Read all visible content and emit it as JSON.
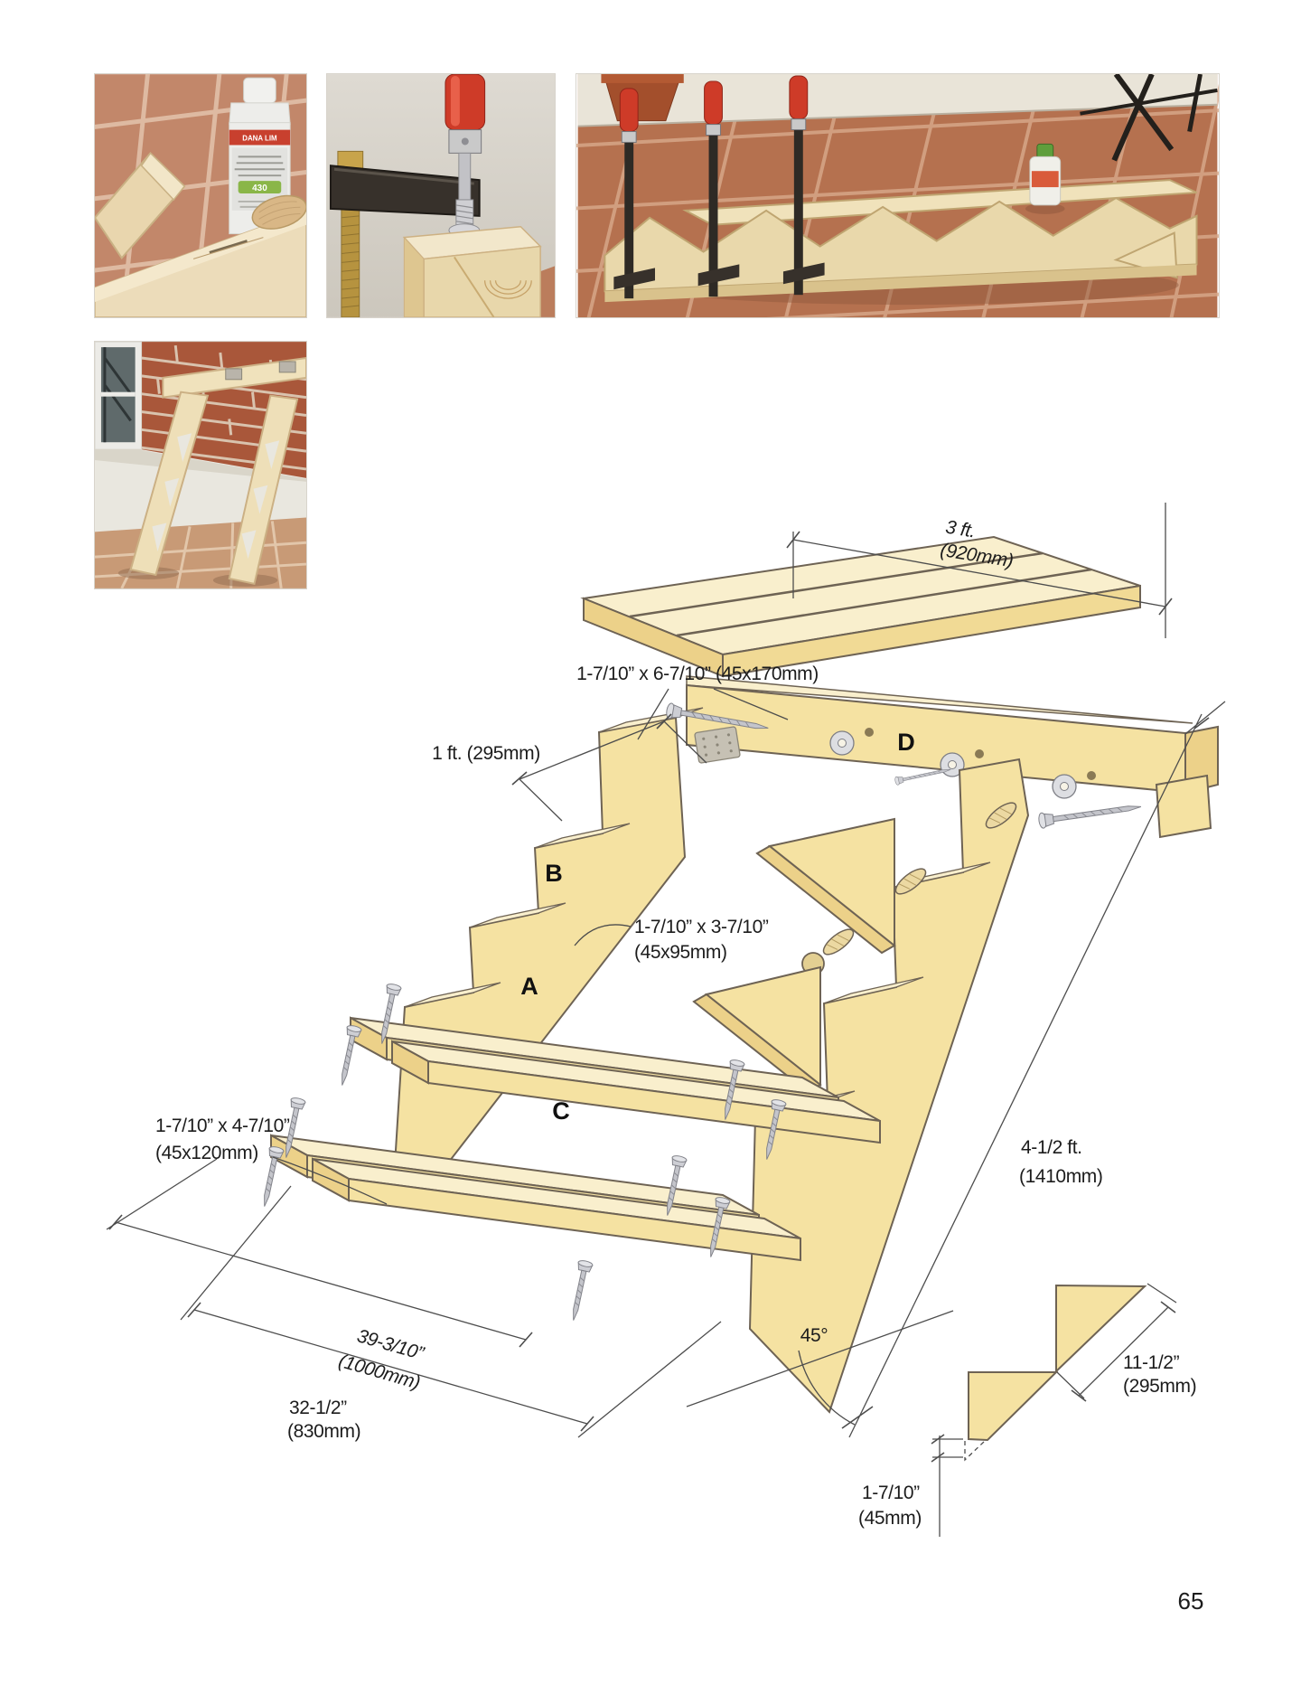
{
  "page": {
    "number": "65"
  },
  "photos": {
    "glue_bottle": {
      "brand": "DANA LIM",
      "product_code": "430"
    }
  },
  "diagram": {
    "part_labels": {
      "a": "A",
      "b": "B",
      "c": "C",
      "d": "D"
    },
    "dimensions": {
      "top_width": {
        "line1": "3 ft.",
        "line2": "(920mm)"
      },
      "step_run_top": "1 ft. (295mm)",
      "board_top_rail": "1-7/10” x 6-7/10” (45x170mm)",
      "board_stringer": {
        "line1": "1-7/10” x 3-7/10”",
        "line2": "(45x95mm)"
      },
      "board_tread": {
        "line1": "1-7/10” x 4-7/10”",
        "line2": "(45x120mm)"
      },
      "stringer_length": {
        "line1": "4-1/2 ft.",
        "line2": "(1410mm)"
      },
      "run_length": {
        "line1": "39-3/10”",
        "line2": "(1000mm)"
      },
      "base_length": {
        "line1": "32-1/2”",
        "line2": "(830mm)"
      },
      "angle": "45°",
      "notch_hypotenuse": {
        "line1": "11-1/2”",
        "line2": "(295mm)"
      },
      "notch_thickness": {
        "line1": "1-7/10”",
        "line2": "(45mm)"
      }
    },
    "colors": {
      "wood_face": "#f5e2a2",
      "wood_light": "#f9efcd",
      "wood_shadow": "#ecd189",
      "outline": "#6e6354",
      "dimension_line": "#4d4d4d",
      "text": "#1c1c1c"
    }
  }
}
